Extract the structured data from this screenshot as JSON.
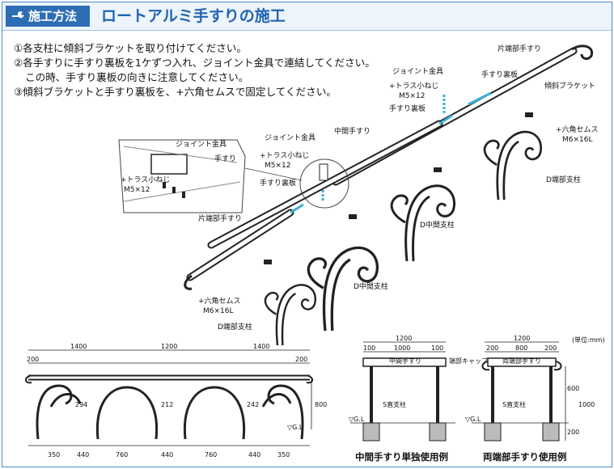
{
  "header": {
    "tag": "施工方法",
    "title": "ロートアルミ手すりの施工",
    "accent": "#2d6db4"
  },
  "instructions": [
    "①各支柱に傾斜ブラケットを取り付けてください。",
    "②各手すりに手すり裏板を1ケずつ入れ、ジョイント金具で連結してください。",
    "この時、手すり裏板の向きに注意してください。",
    "③傾斜ブラケットと手すり裏板を、+六角セムスで固定してください。"
  ],
  "labels": {
    "end_rail_top": "片端部手すり",
    "joint_fitting_top": "ジョイント金具",
    "rail_backplate_top": "手すり裏板",
    "truss_screw_top": "+トラス小ねじ",
    "truss_screw_top_size": "M5×12",
    "rail_backplate_top2": "手すり裏板",
    "slope_bracket": "傾斜ブラケット",
    "hex_sems_right": "+六角セムス",
    "hex_sems_right_size": "M6×16L",
    "d_end_post_right": "D端部支柱",
    "middle_rail": "中間手すり",
    "joint_fitting_mid": "ジョイント金具",
    "truss_screw_mid": "+トラス小ねじ",
    "truss_screw_mid_size": "M5×12",
    "rail_backplate_mid": "手すり裏板",
    "d_middle_post_right": "D中間支柱",
    "d_middle_post_left": "D中間支柱",
    "end_rail_left": "片端部手すり",
    "hex_sems_left": "+六角セムス",
    "hex_sems_left_size": "M6×16L",
    "d_end_post_left": "D端部支柱",
    "inset_joint": "ジョイント金具",
    "inset_rail": "手すり",
    "inset_screw": "+トラス小ねじ",
    "inset_screw_size": "M5×12"
  },
  "elevation": {
    "top_dims": [
      "1400",
      "1200",
      "1400"
    ],
    "end_dims": [
      "200",
      "200"
    ],
    "inner_dims": [
      "294",
      "212",
      "242"
    ],
    "bottom_dims": [
      "350",
      "440",
      "760",
      "440",
      "760",
      "440",
      "350"
    ],
    "height_dim": "800",
    "gl": "▽G.L"
  },
  "section_single": {
    "top_dim": "1200",
    "sub_dims": [
      "100",
      "1000",
      "100"
    ],
    "rail": "中間手すり",
    "cap": "端部キャップ",
    "post": "S直支柱",
    "gl": "▽G.L",
    "caption": "中間手すり単独使用例"
  },
  "section_both": {
    "unit": "(単位:mm)",
    "top_dim": "1200",
    "sub_dims": [
      "200",
      "800",
      "200"
    ],
    "rail": "両端部手すり",
    "post": "S直支柱",
    "height_dims": [
      "600",
      "1000",
      "200"
    ],
    "gl": "▽G.L",
    "caption": "両端部手すり使用例"
  }
}
